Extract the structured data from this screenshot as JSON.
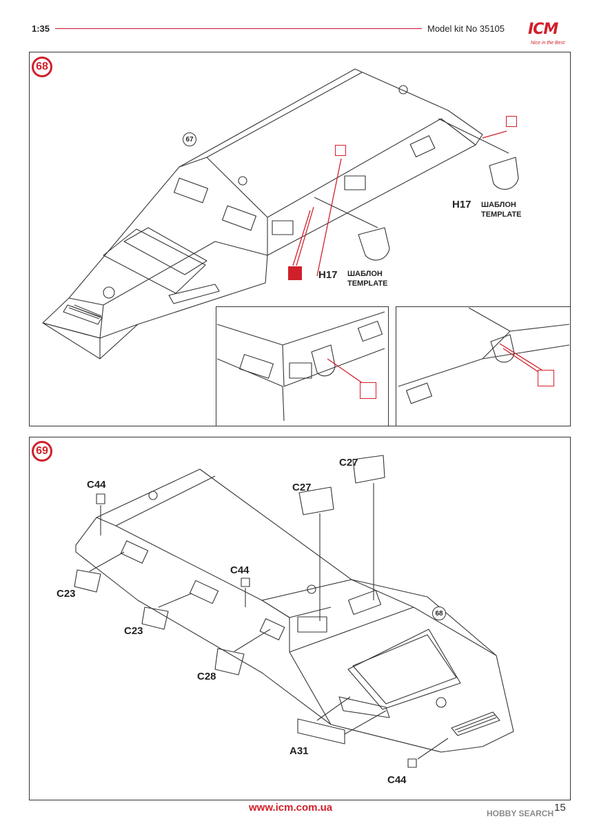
{
  "header": {
    "scale": "1:35",
    "kit": "Model kit No 35105",
    "brand": "ICM",
    "tagline": "Nice in the Best"
  },
  "steps": [
    {
      "number": "68",
      "ref": "67",
      "labels": {
        "part_a": "H17",
        "part_b": "H17",
        "template_ru": "ШАБЛОН",
        "template_en": "TEMPLATE"
      }
    },
    {
      "number": "69",
      "ref": "68",
      "labels": {
        "c44_a": "C44",
        "c44_b": "C44",
        "c44_c": "C44",
        "c23_a": "C23",
        "c23_b": "C23",
        "c27_a": "C27",
        "c27_b": "C27",
        "c28": "C28",
        "a31": "A31"
      }
    }
  ],
  "footer": {
    "url": "www.icm.com.ua",
    "page": "15",
    "watermark": "HOBBY SEARCH"
  },
  "colors": {
    "accent": "#d0202a",
    "line": "#333333"
  }
}
